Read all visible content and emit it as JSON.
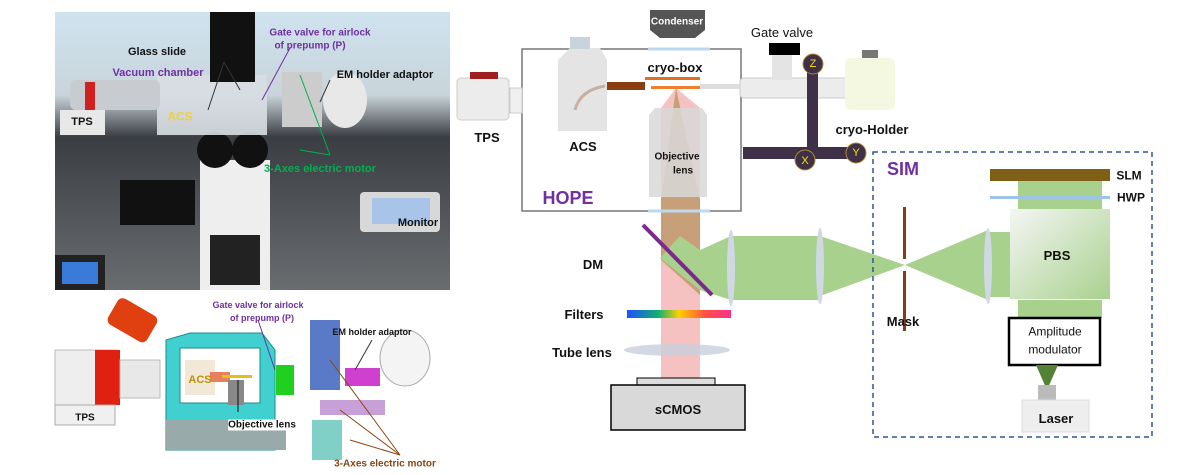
{
  "photo": {
    "glass_slide": "Glass slide",
    "vacuum_chamber": "Vacuum chamber",
    "gate_valve_line1": "Gate valve for airlock",
    "gate_valve_line2": "of prepump (P)",
    "em_holder": "EM holder adaptor",
    "tps": "TPS",
    "acs": "ACS",
    "motor": "3-Axes electric motor",
    "monitor": "Monitor"
  },
  "cad": {
    "gate_valve_line1": "Gate valve for airlock",
    "gate_valve_line2": "of prepump (P)",
    "em_holder": "EM holder adaptor",
    "acs": "ACS",
    "tps": "TPS",
    "objective": "Objective lens",
    "motor": "3-Axes electric motor"
  },
  "schematic": {
    "condenser": "Condenser",
    "gate_valve": "Gate valve",
    "cryo_box": "cryo-box",
    "tps": "TPS",
    "acs": "ACS",
    "objective_line1": "Objective",
    "objective_line2": "lens",
    "cryo_holder": "cryo-Holder",
    "hope": "HOPE",
    "axis_z": "Z",
    "axis_x": "X",
    "axis_y": "Y",
    "dm": "DM",
    "filters": "Filters",
    "tube_lens": "Tube lens",
    "scmos": "sCMOS",
    "sim": "SIM",
    "slm": "SLM",
    "hwp": "HWP",
    "pbs": "PBS",
    "mask": "Mask",
    "amplitude_line1": "Amplitude",
    "amplitude_line2": "modulator",
    "laser": "Laser"
  },
  "colors": {
    "purple_label": "#7030a0",
    "acs_label": "#e0b020",
    "motor_green": "#00b050",
    "motor_brown": "#8b4513",
    "beam_green": "#a9d18e",
    "beam_red": "#f4b6b6",
    "holder_arm": "#3e3046"
  }
}
